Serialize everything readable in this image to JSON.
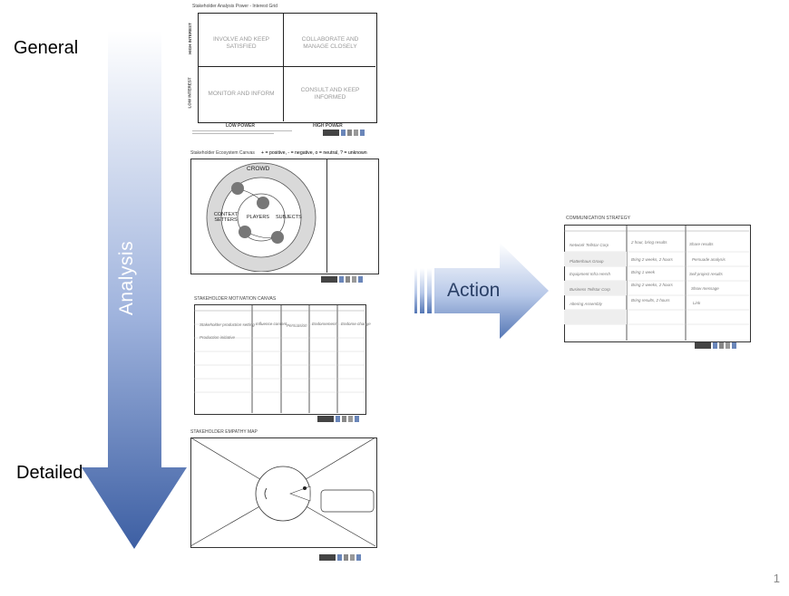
{
  "labels": {
    "general": "General",
    "detailed": "Detailed",
    "analysis": "Analysis",
    "action": "Action",
    "page_number": "1"
  },
  "colors": {
    "arrow_top": "#ffffff",
    "arrow_bottom": "#3d5fa3",
    "action_arrow": "#9cb3dc"
  },
  "thumb1": {
    "title": "Stakeholder Analysis Power - Interest Grid",
    "high_interest": "HIGH INTEREST",
    "low_interest": "LOW INTEREST",
    "low_power": "LOW POWER",
    "high_power": "HIGH POWER",
    "q1": "INVOLVE AND KEEP SATISFIED",
    "q2": "COLLABORATE AND MANAGE CLOSELY",
    "q3": "MONITOR AND INFORM",
    "q4": "CONSULT AND KEEP INFORMED"
  },
  "thumb2": {
    "title": "Stakeholder Ecosystem Canvas",
    "legend": "+ = positive, - = negative, o = neutral, ? = unknown",
    "crowd": "CROWD",
    "context": "CONTEXT SETTERS",
    "players": "PLAYERS",
    "subjects": "SUBJECTS"
  },
  "thumb3": {
    "title": "STAKEHOLDER MOTIVATION CANVAS"
  },
  "thumb4": {
    "title": "STAKEHOLDER EMPATHY MAP"
  },
  "thumb5": {
    "title": "COMMUNICATION STRATEGY",
    "rows": [
      "Network Tellstar Corp",
      "Plattenhaus Group",
      "Equipment Infra Hersh",
      "Business Tellstar Corp",
      "Altering Assembly"
    ]
  }
}
